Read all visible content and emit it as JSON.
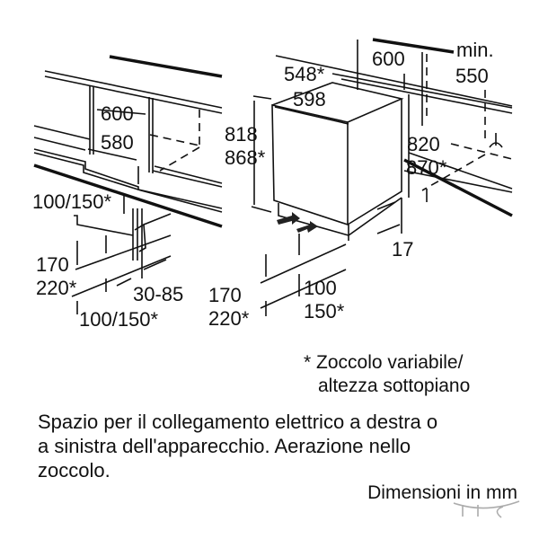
{
  "left_diagram": {
    "width_niche": "600",
    "width_inner": "580",
    "plinth_height_top": "100/150*",
    "vent_height_1": "170",
    "vent_height_2": "220*",
    "plinth_depth": "30-85",
    "plinth_height_bottom": "100/150*"
  },
  "right_diagram": {
    "depth": "548*",
    "width": "598",
    "height_1": "818",
    "height_2": "868*",
    "niche_width": "600",
    "min_label": "min.",
    "min_depth": "550",
    "niche_height_1": "820",
    "niche_height_2": "870*",
    "offset": "17",
    "vent_height_1": "170",
    "vent_height_2": "220*",
    "plinth_1": "100",
    "plinth_2": "150*"
  },
  "notes": {
    "footnote_line1": "* Zoccolo variabile/",
    "footnote_line2": "altezza sottopiano",
    "description_line1": "Spazio per il collegamento elettrico a destra o",
    "description_line2": "a sinistra dell'apparecchio. Aerazione nello",
    "description_line3": "zoccolo.",
    "units": "Dimensioni in mm"
  },
  "watermark": "HTC"
}
